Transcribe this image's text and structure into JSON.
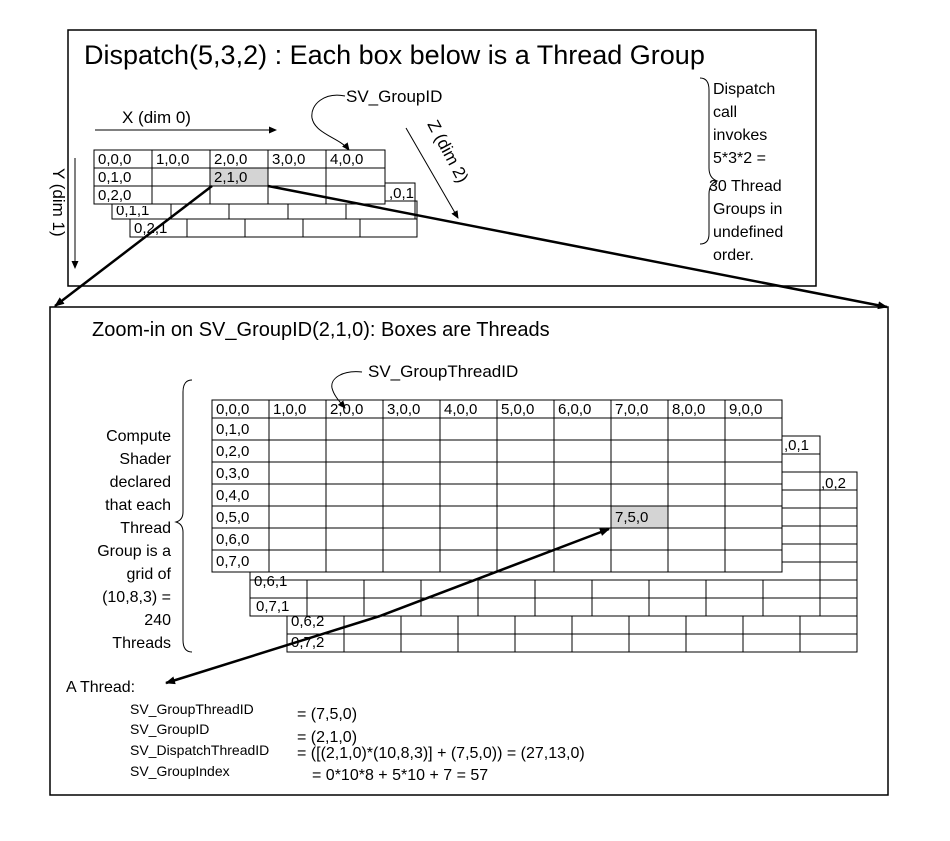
{
  "top": {
    "title": "Dispatch(5,3,2) : Each box below is a Thread Group",
    "sv_groupid_label": "SV_GroupID",
    "x_axis_label": "X (dim 0)",
    "y_axis_label": "Y (dim 1)",
    "z_axis_label": "Z (dim 2)",
    "row0": [
      "0,0,0",
      "1,0,0",
      "2,0,0",
      "3,0,0",
      "4,0,0"
    ],
    "row1_first": "0,1,0",
    "highlight_cell": "2,1,0",
    "row2_first": "0,2,0",
    "z1_partial": ",0,1",
    "z1_back_row": "0,1,1",
    "z2_back_row": "0,2,1",
    "note_lines": [
      "Dispatch",
      "call",
      "invokes",
      "5*3*2 =",
      "30 Thread",
      "Groups in",
      "undefined",
      "order."
    ]
  },
  "bottom": {
    "title": "Zoom-in on SV_GroupID(2,1,0): Boxes are Threads",
    "sv_groupthreadid_label": "SV_GroupThreadID",
    "header_row": [
      "0,0,0",
      "1,0,0",
      "2,0,0",
      "3,0,0",
      "4,0,0",
      "5,0,0",
      "6,0,0",
      "7,0,0",
      "8,0,0",
      "9,0,0"
    ],
    "first_col": [
      "0,1,0",
      "0,2,0",
      "0,3,0",
      "0,4,0",
      "0,5,0",
      "0,6,0",
      "0,7,0"
    ],
    "highlight_cell": "7,5,0",
    "z1_partial": ",0,1",
    "z2_partial": ",0,2",
    "z1_back_rows": [
      "0,6,1",
      "0,7,1"
    ],
    "z2_back_rows": [
      "0,6,2",
      "0,7,2"
    ],
    "side_lines": [
      "Compute",
      "Shader",
      "declared",
      "that each",
      "Thread",
      "Group is a",
      "grid of",
      "(10,8,3) =",
      "240",
      "Threads"
    ],
    "thread_label": "A Thread:",
    "semantics": [
      {
        "name": "SV_GroupThreadID",
        "value": "= (7,5,0)"
      },
      {
        "name": "SV_GroupID",
        "value": "= (2,1,0)"
      },
      {
        "name": "SV_DispatchThreadID",
        "value": "= ([(2,1,0)*(10,8,3)] + (7,5,0)) = (27,13,0)"
      },
      {
        "name": "SV_GroupIndex",
        "value": "= 0*10*8 + 5*10 + 7 = 57"
      }
    ]
  }
}
